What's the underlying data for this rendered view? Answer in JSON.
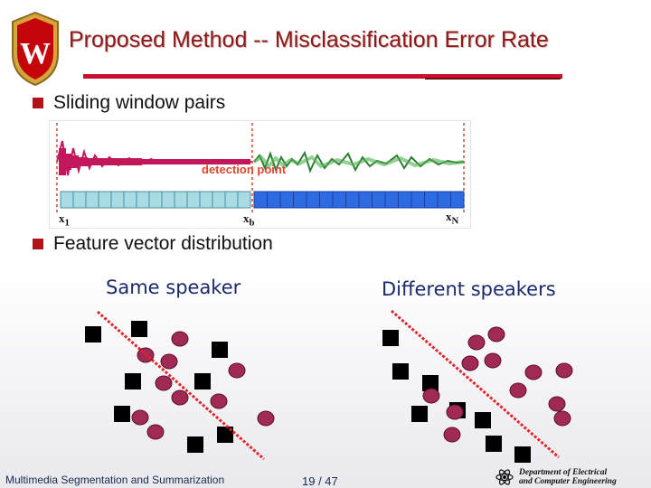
{
  "title": "Proposed Method -- Misclassification Error Rate",
  "bullets": [
    "Sliding window pairs",
    "Feature vector distribution"
  ],
  "signal_figure": {
    "detection_label": "detection point",
    "x_start": "x",
    "x_start_sub": "1",
    "x_mid": "x",
    "x_mid_sub": "b",
    "x_end": "x",
    "x_end_sub": "N"
  },
  "scatter": {
    "left_caption": "Same speaker",
    "right_caption": "Different speakers"
  },
  "footer": {
    "course": "Multimedia Segmentation and Summarization",
    "page": "19 / 47",
    "dept_line1": "Department of Electrical",
    "dept_line2": "and Computer Engineering"
  },
  "colors": {
    "title": "#8b1a1a",
    "bullet": "#b1121c",
    "caption": "#1b2a6b",
    "circle": "#a12a55",
    "square": "#000000",
    "divider": "#e1262b"
  }
}
